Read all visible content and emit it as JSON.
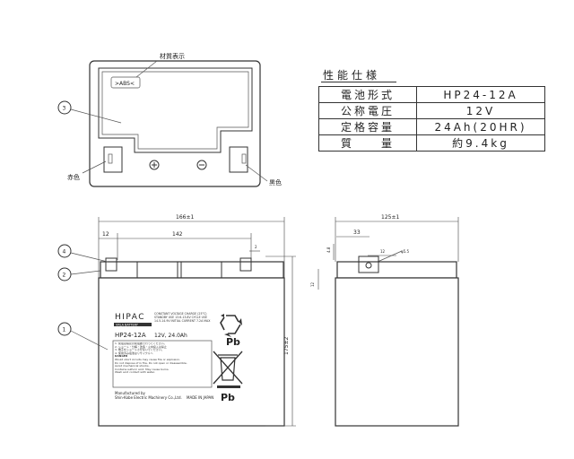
{
  "top_view": {
    "material_label": "材質表示",
    "abs_mark": ">ABS<",
    "ref3": "3",
    "red_label": "赤色",
    "black_label": "黒色"
  },
  "spec": {
    "title": "性能仕様",
    "rows": [
      {
        "key": "電池形式",
        "value": "HP24-12A"
      },
      {
        "key": "公称電圧",
        "value": "12V"
      },
      {
        "key": "定格容量",
        "value": "24Ah(20HR)"
      },
      {
        "key": "質　　量",
        "value": "約9.4kg"
      }
    ]
  },
  "front_view": {
    "dim_width": "166±1",
    "dim_12": "12",
    "dim_142": "142",
    "dim_2": "2",
    "ref4": "4",
    "ref2": "2",
    "ref1": "1",
    "dim_height": "175±2",
    "label": {
      "brand": "HIPAC",
      "sub_brand": "VRLA BATTERY",
      "model": "HP24-12A",
      "rating": "12V, 24.0Ah",
      "charge_notes": "CONSTANT VOLTAGE CHARGE (25°C)  STANDBY USE  13.6-13.8V  CYCLE USE  14.5-14.9V  INITIAL CURRENT  7.2A MAX",
      "warning_lines": [
        "1. 充電は指定の充電器で行ってください。",
        "2. ショート・分解・改造・火中投入は禁止",
        "3. 端子をショートさせないでください。",
        "4. 使用済み電池はリサイクルへ"
      ],
      "danger": "DANGER",
      "english_lines": [
        "Would short circuits may cause fire or explosion.",
        "Do not dispose of in fire. Do not open or disassemble.",
        "Avoid mechanical shocks.",
        "Contains sulfuric acid. May cause burns.",
        "Wash acid contact with water."
      ],
      "manufactured_by": "Manufactured by",
      "maker": "Shin-Kobe Electric Machinery Co.,Ltd.",
      "made_in": "MADE IN JAPAN",
      "pb1": "Pb",
      "pb2": "Pb"
    }
  },
  "side_view": {
    "dim_depth": "125±1",
    "dim_33": "33",
    "dim_12": "12",
    "dim_48": "4.8",
    "dim_hole": "φ5.5",
    "dim_12v": "12"
  }
}
